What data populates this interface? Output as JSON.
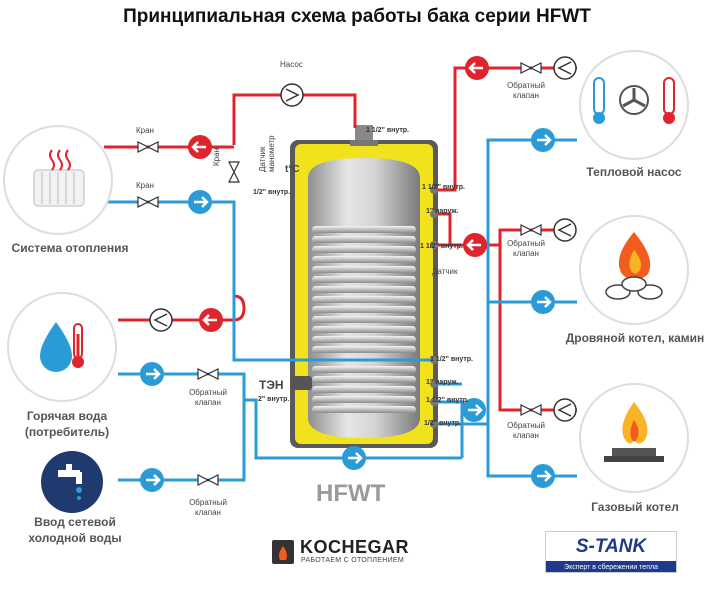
{
  "title": "Принципиальная схема работы бака серии HFWT",
  "tank_label": "HFWT",
  "ten_label": "ТЭН",
  "connections": {
    "top": "1 1/2\" внутр.",
    "left_manometer": "1/2\" внутр.",
    "right_1": "1 1/2\" внутр.",
    "right_2": "1\" наруж.",
    "right_3": "1 1/2\" внутр.",
    "right_4": "1 1/2\" внутр.",
    "right_5": "1\" наруж.",
    "right_6": "1 1/2\" внутр.",
    "right_7": "1/2\" внутр.",
    "ten_conn": "2\" внутр."
  },
  "labels": {
    "pump_top": "Насос",
    "kran_1": "Кран",
    "kran_2": "Кран",
    "kran_vertical": "Кран",
    "datchik_manometr": "Датчик манометр",
    "temp": "t°C",
    "datchik": "Датчик",
    "valve_top": "Обратный клапан",
    "valve_mid": "Обратный клапан",
    "valve_low": "Обратный клапан",
    "valve_left_1": "Обратный клапан",
    "valve_left_2": "Обратный клапан"
  },
  "consumers": {
    "heating": "Система отопления",
    "hot_water": "Горячая вода (потребитель)",
    "cold_water": "Ввод сетевой холодной воды",
    "heat_pump": "Тепловой насос",
    "wood_boiler": "Дровяной котел, камин",
    "gas_boiler": "Газовый котел"
  },
  "brands": {
    "kochegar_name": "KOCHEGAR",
    "kochegar_tag": "РАБОТАЕМ С ОТОПЛЕНИЕМ",
    "stank_name": "S-TANK",
    "stank_tag": "Эксперт в сбережении тепла"
  },
  "colors": {
    "hot": "#e0242d",
    "cold": "#2a9bd6",
    "tank_shell": "#f2e21e",
    "tank_inner": "#b8b8b8"
  }
}
